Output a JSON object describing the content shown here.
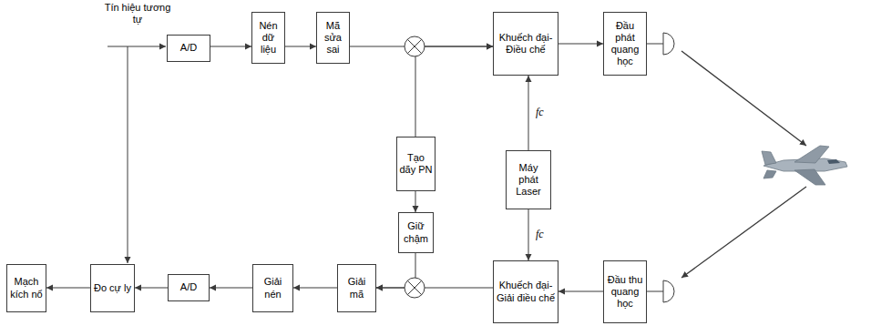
{
  "diagram": {
    "nodes": [
      {
        "text": [
          "A/D"
        ]
      },
      {
        "text": [
          "Nén dữ liệu"
        ]
      },
      {
        "text": [
          "Mã sửa sai"
        ]
      },
      {
        "text": [
          "Khuếch đại-Điều chế"
        ]
      },
      {
        "text": [
          "Đầu phát quang học"
        ]
      },
      {
        "text": [
          "Tạo dãy PN"
        ]
      },
      {
        "text": [
          "Máy phát Laser"
        ]
      },
      {
        "text": [
          "Giữ chậm"
        ]
      },
      {
        "text": [
          "Mạch kích nổ"
        ]
      },
      {
        "text": [
          "Đo cự ly"
        ]
      },
      {
        "text": [
          "A/D"
        ]
      },
      {
        "text": [
          "Giải nén"
        ]
      },
      {
        "text": [
          "Giải mã"
        ]
      },
      {
        "text": [
          "Khuếch đại-Giải điều chế"
        ]
      },
      {
        "text": [
          "Đầu thu quang học"
        ]
      }
    ],
    "edges": [
      {
        "from": 0,
        "to": 1,
        "arrow": "to"
      },
      {
        "from": 1,
        "to": 2,
        "arrow": "to"
      },
      {
        "from": 2,
        "to": 3,
        "arrow": "to"
      },
      {
        "from": 5,
        "to": 3,
        "arrow": "to"
      },
      {
        "from": 3,
        "to": 4,
        "arrow": "to"
      },
      {
        "from": 6,
        "to": 3,
        "label": "fc",
        "arrow": "to"
      },
      {
        "from": 6,
        "to": 13,
        "label": "fc",
        "arrow": "to"
      },
      {
        "from": 5,
        "to": 7,
        "arrow": "to"
      },
      {
        "from": 14,
        "to": 13,
        "arrow": "to"
      },
      {
        "from": 13,
        "to": 12,
        "arrow": "to"
      },
      {
        "from": 7,
        "to": 12,
        "arrow": "to"
      },
      {
        "from": 12,
        "to": 11,
        "arrow": "to"
      },
      {
        "from": 11,
        "to": 10,
        "arrow": "to"
      },
      {
        "from": 10,
        "to": 9,
        "arrow": "to"
      },
      {
        "from": 9,
        "to": 8,
        "arrow": "to"
      }
    ],
    "labels": [
      "Tín hiệu tương tự"
    ]
  }
}
